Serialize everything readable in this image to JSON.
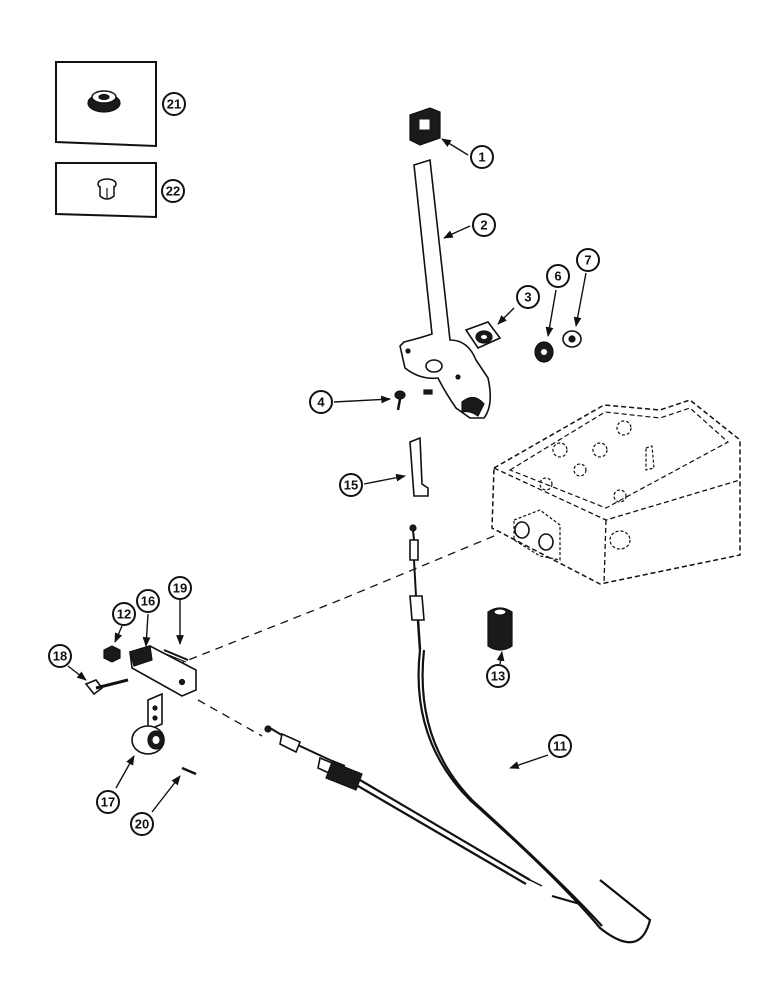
{
  "diagram": {
    "callouts": {
      "c1": "1",
      "c2": "2",
      "c3": "3",
      "c4": "4",
      "c6": "6",
      "c7": "7",
      "c11": "11",
      "c12": "12",
      "c13": "13",
      "c15": "15",
      "c16": "16",
      "c17": "17",
      "c18": "18",
      "c19": "19",
      "c20": "20",
      "c21": "21",
      "c22": "22"
    }
  }
}
